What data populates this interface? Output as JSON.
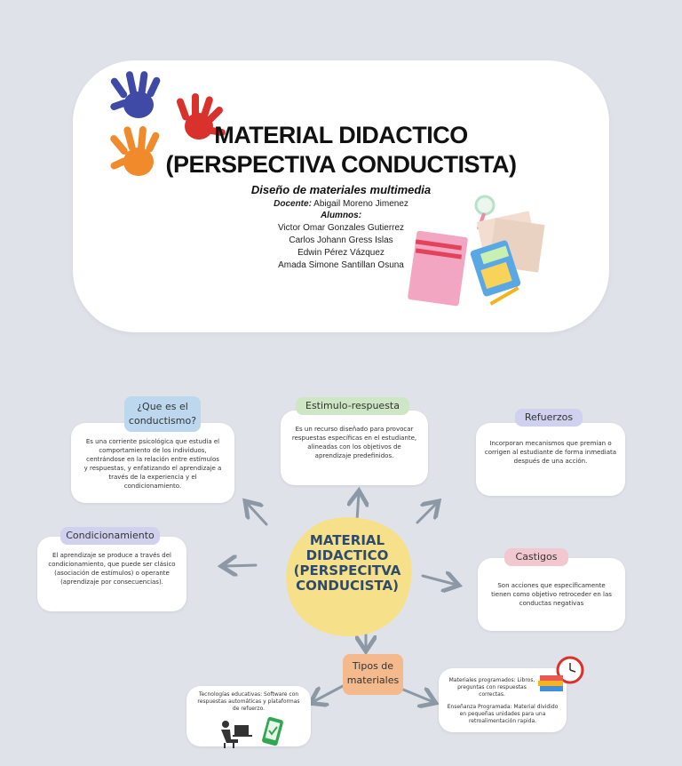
{
  "header": {
    "title_line1": "MATERIAL DIDACTICO",
    "title_line2": "(PERSPECTIVA CONDUCTISTA)",
    "course": "Diseño de materiales multimedia",
    "docente_label": "Docente:",
    "docente_name": "Abigail Moreno Jimenez",
    "alumnos_label": "Alumnos:",
    "students": [
      "Victor Omar Gonzales Gutierrez",
      "Carlos Johann Gress Islas",
      "Edwin Pérez Vázquez",
      "Amada Simone Santillan Osuna"
    ]
  },
  "map": {
    "center": {
      "line1": "MATERIAL",
      "line2": "DIDACTICO",
      "line3": "(PERSPECITVA",
      "line4": "CONDUCISTA)"
    },
    "conductismo": {
      "label_line1": "¿Que es el",
      "label_line2": "conductismo?",
      "text": "Es una corriente psicológica que estudia el comportamiento de los individuos, centrándose en la relación entre estímulos y respuestas, y enfatizando el aprendizaje a través de la experiencia y el condicionamiento."
    },
    "estimulo": {
      "label": "Estimulo-respuesta",
      "text": "Es un recurso diseñado para provocar respuestas específicas en el estudiante, alineadas con los objetivos de aprendizaje predefinidos."
    },
    "refuerzos": {
      "label": "Refuerzos",
      "text": "Incorporan mecanismos que premian o corrigen al estudiante de forma inmediata después de una acción."
    },
    "condicionamiento": {
      "label": "Condicionamiento",
      "text": "El aprendizaje se produce a través del condicionamiento, que puede ser clásico (asociación de estímulos) o operante (aprendizaje por consecuencias)."
    },
    "castigos": {
      "label": "Castigos",
      "text": "Son acciones que específicamente tienen como objetivo retroceder en las conductas negativas"
    },
    "tipos": {
      "label_line1": "Tipos de",
      "label_line2": "materiales"
    },
    "tecnologias": {
      "text": "Tecnologías educativas: Software con respuestas automáticas y plataformas de refuerzo."
    },
    "materiales": {
      "text1": "Materiales programados: Libros, preguntas con respuestas correctas.",
      "text2": "Enseñanza Programada: Material dividido en pequeñas unidades para una retroalimentación rapida."
    }
  },
  "colors": {
    "hand_blue": "#3f4aa6",
    "hand_red": "#d9312b",
    "hand_orange": "#f08a2b",
    "arrow": "#8d98a6",
    "center_blob": "#f7e08a"
  }
}
